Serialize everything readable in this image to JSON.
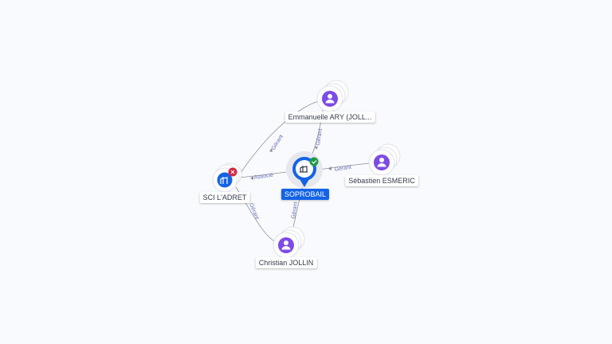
{
  "colors": {
    "background": "#f8fafd",
    "edge": "#8c8f99",
    "person": "#7d4be6",
    "company": "#1463e6",
    "status_active": "#1f9a4a",
    "status_closed": "#d6263f"
  },
  "nodes": {
    "soprobail": {
      "label": "SOPROBAIL",
      "icon": "building-icon",
      "status": "check-icon"
    },
    "sci_ladret": {
      "label": "SCI L'ADRET",
      "icon": "building-icon",
      "status": "close-icon"
    },
    "emmanuelle": {
      "label": "Emmanuelle ARY (JOLL...",
      "icon": "person-icon"
    },
    "sebastien": {
      "label": "Sébastien ESMERIC",
      "icon": "person-icon"
    },
    "christian": {
      "label": "Christian JOLLIN",
      "icon": "person-icon"
    }
  },
  "edges": {
    "emmanuelle_sci": "Gérant",
    "emmanuelle_soprobail": "Gérant",
    "sci_soprobail": "Associé",
    "sebastien_soprobail": "Gérant",
    "christian_sci": "Gérant",
    "christian_soprobail": "Gérant"
  }
}
